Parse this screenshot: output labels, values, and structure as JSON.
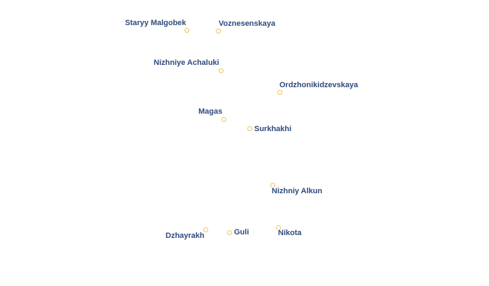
{
  "map": {
    "colors": {
      "label": "#2f4a7c",
      "label_halo": "#ffffff",
      "marker_stroke": "#f0c35a",
      "marker_fill": "#ffffff",
      "background": "#ffffff"
    },
    "places": [
      {
        "id": "staryy-malgobek",
        "name": "Staryy Malgobek"
      },
      {
        "id": "voznesenskaya",
        "name": "Voznesenskaya"
      },
      {
        "id": "nizhniye-achaluki",
        "name": "Nizhniye Achaluki"
      },
      {
        "id": "ordzhonikidzevskaya",
        "name": "Ordzhonikidzevskaya"
      },
      {
        "id": "magas",
        "name": "Magas"
      },
      {
        "id": "surkhakhi",
        "name": "Surkhakhi"
      },
      {
        "id": "nizhniy-alkun",
        "name": "Nizhniy Alkun"
      },
      {
        "id": "dzhayrakh",
        "name": "Dzhayrakh"
      },
      {
        "id": "guli",
        "name": "Guli"
      },
      {
        "id": "nikota",
        "name": "Nikota"
      }
    ]
  }
}
